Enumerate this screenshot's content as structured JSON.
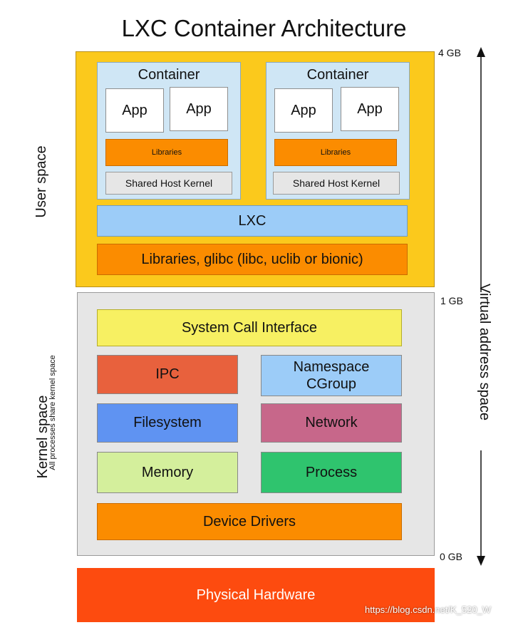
{
  "title": "LXC Container Architecture",
  "user_space": {
    "label": "User space",
    "containers": [
      {
        "title": "Container",
        "apps": [
          "App",
          "App"
        ],
        "libraries": "Libraries",
        "kernel": "Shared Host Kernel"
      },
      {
        "title": "Container",
        "apps": [
          "App",
          "App"
        ],
        "libraries": "Libraries",
        "kernel": "Shared Host Kernel"
      }
    ],
    "lxc": "LXC",
    "libraries": "Libraries, glibc (libc, uclib or bionic)"
  },
  "kernel_space": {
    "label": "Kernel space",
    "note": "All processes share kernel space",
    "syscall": "System Call Interface",
    "ipc": "IPC",
    "namespace": "Namespace",
    "cgroup": "CGroup",
    "filesystem": "Filesystem",
    "network": "Network",
    "memory": "Memory",
    "process": "Process",
    "drivers": "Device Drivers"
  },
  "hardware": "Physical Hardware",
  "memory_labels": {
    "top": "4 GB",
    "middle": "1 GB",
    "bottom": "0 GB"
  },
  "virtual_address_space": "Virtual address space",
  "watermark": "https://blog.csdn.net/K_520_W",
  "colors": {
    "user_space": "#fbc91c",
    "container": "#cfe6f5",
    "libraries": "#fb8c00",
    "lxc": "#9cccf8",
    "syscall": "#f7f062",
    "ipc": "#e8613d",
    "filesystem": "#5f93f2",
    "network": "#c7678a",
    "memory": "#d4ef9c",
    "process": "#2fc46e",
    "hardware": "#fd4b0f"
  }
}
